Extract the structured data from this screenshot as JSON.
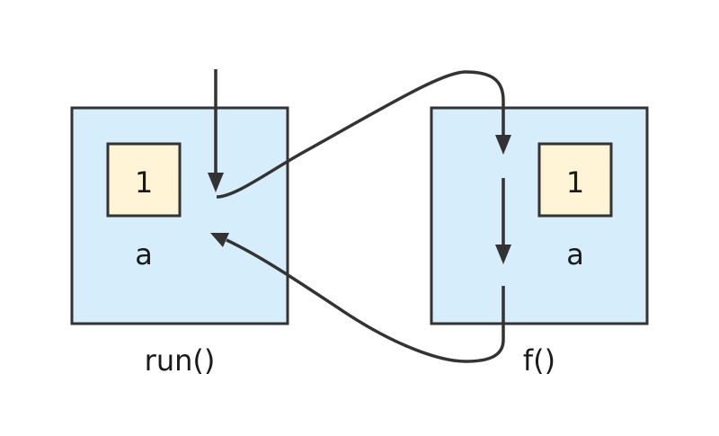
{
  "frames": [
    {
      "name": "run()",
      "variable": {
        "name": "a",
        "value": "1"
      }
    },
    {
      "name": "f()",
      "variable": {
        "name": "a",
        "value": "1"
      }
    }
  ],
  "colors": {
    "frame_fill": "#d6eefc",
    "variable_fill": "#fff4d6",
    "stroke": "#333333",
    "text": "#1a1a1a"
  }
}
